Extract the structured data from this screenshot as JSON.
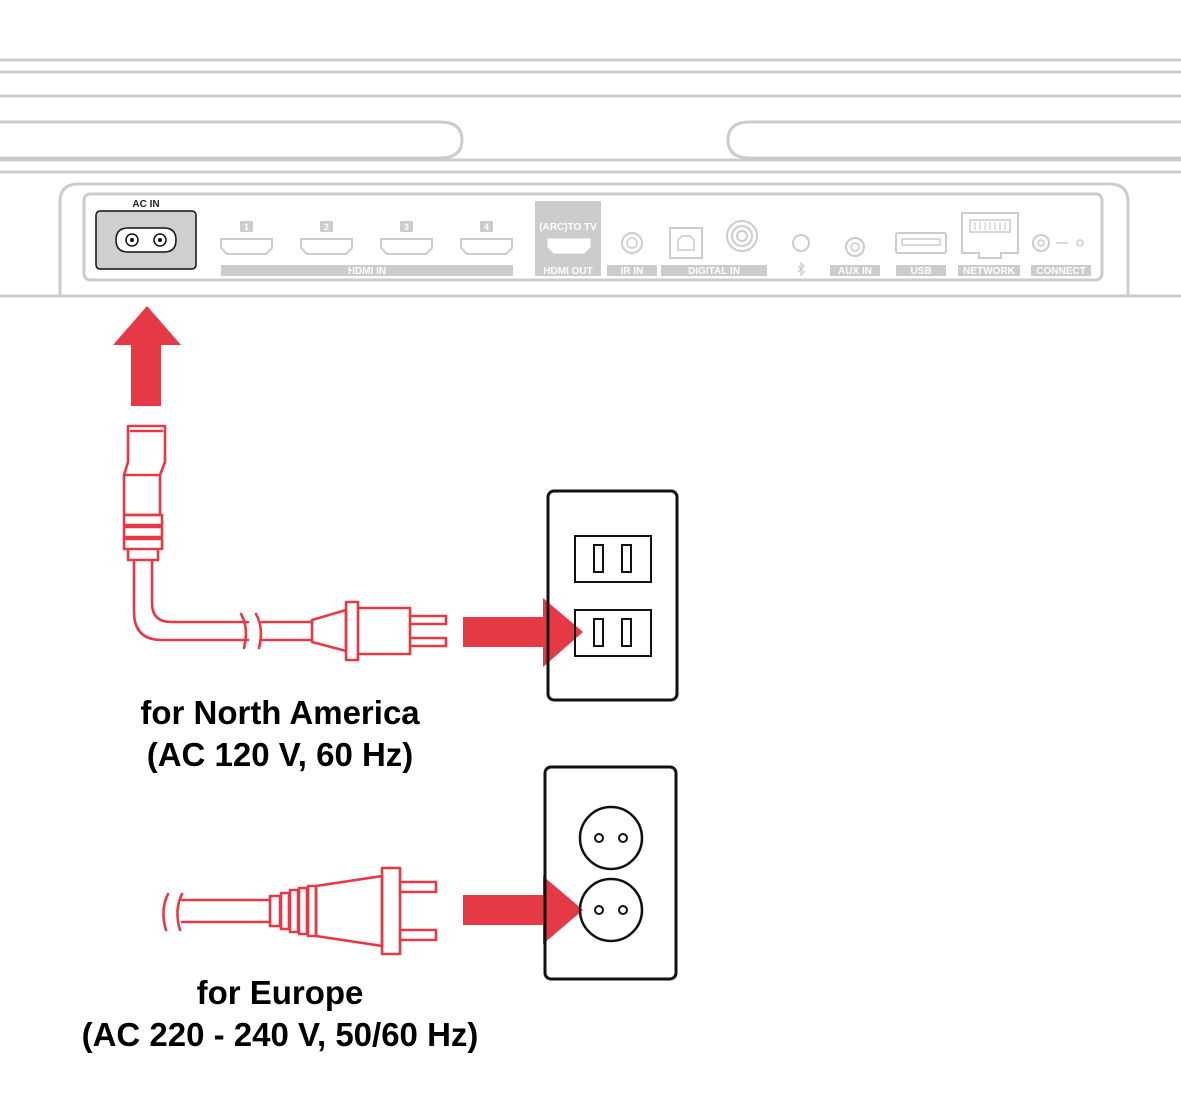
{
  "panel": {
    "ac_in": "AC IN",
    "hdmi_numbers": [
      "1",
      "2",
      "3",
      "4"
    ],
    "hdmi_in": "HDMI IN",
    "arc_to_tv": "(ARC)TO TV",
    "hdmi_out": "HDMI OUT",
    "ir_in": "IR IN",
    "digital_in": "DIGITAL IN",
    "aux_in": "AUX IN",
    "usb": "USB",
    "network": "NETWORK",
    "connect": "CONNECT"
  },
  "captions": {
    "north_america_line1": "for North America",
    "north_america_line2": "(AC 120 V, 60 Hz)",
    "europe_line1": "for Europe",
    "europe_line2": "(AC 220 - 240 V, 50/60 Hz)"
  },
  "icons": [
    "bluetooth-icon",
    "arrow-up-icon",
    "arrow-right-icon"
  ],
  "colors": {
    "accent_red": "#e63946",
    "panel_gray": "#cccccc",
    "outline_black": "#111111"
  }
}
